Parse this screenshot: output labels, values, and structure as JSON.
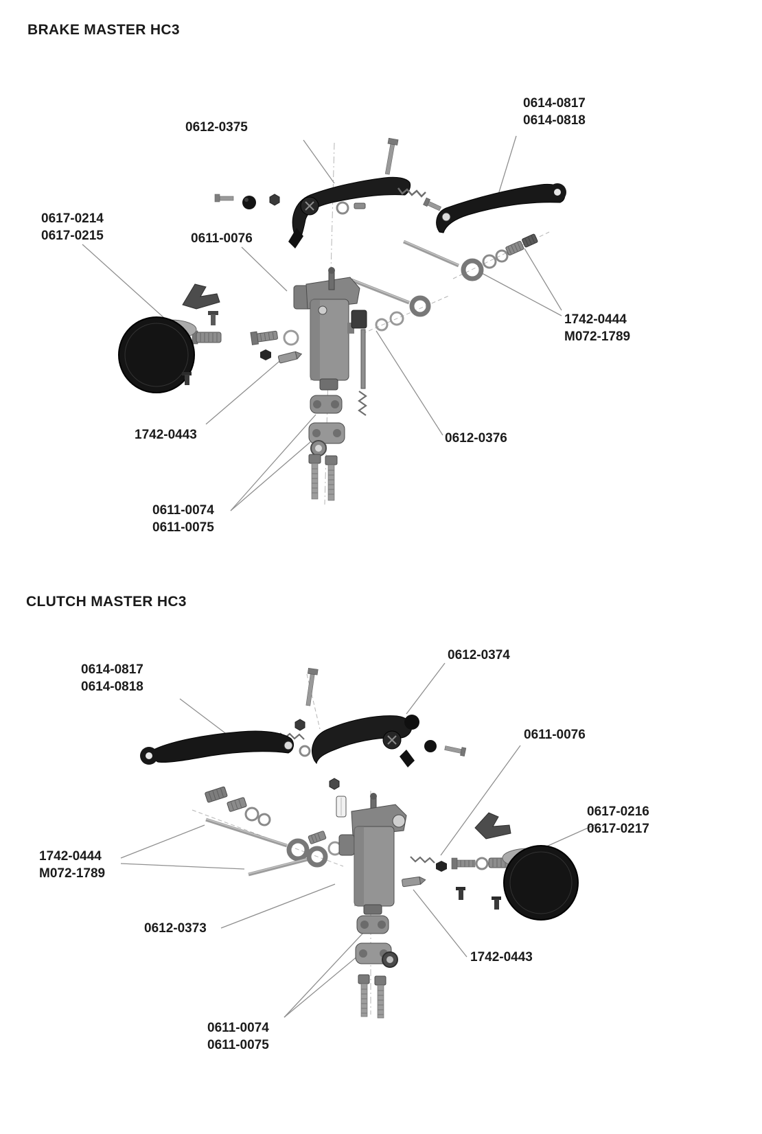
{
  "brake_section": {
    "title": "BRAKE MASTER HC3",
    "labels": {
      "l0612_0375": {
        "line1": "0612-0375"
      },
      "l0614_0817": {
        "line1": "0614-0817",
        "line2": "0614-0818"
      },
      "l0617_0214": {
        "line1": "0617-0214",
        "line2": "0617-0215"
      },
      "l0611_0076": {
        "line1": "0611-0076"
      },
      "l1742_0444": {
        "line1": "1742-0444",
        "line2": "M072-1789"
      },
      "l1742_0443": {
        "line1": "1742-0443"
      },
      "l0612_0376": {
        "line1": "0612-0376"
      },
      "l0611_0074": {
        "line1": "0611-0074",
        "line2": "0611-0075"
      }
    }
  },
  "clutch_section": {
    "title": "CLUTCH MASTER HC3",
    "labels": {
      "l0612_0374": {
        "line1": "0612-0374"
      },
      "l0614_0817": {
        "line1": "0614-0817",
        "line2": "0614-0818"
      },
      "l0611_0076": {
        "line1": "0611-0076"
      },
      "l0617_0216": {
        "line1": "0617-0216",
        "line2": "0617-0217"
      },
      "l1742_0444": {
        "line1": "1742-0444",
        "line2": "M072-1789"
      },
      "l0612_0373": {
        "line1": "0612-0373"
      },
      "l1742_0443": {
        "line1": "1742-0443"
      },
      "l0611_0074": {
        "line1": "0611-0074",
        "line2": "0611-0075"
      }
    }
  }
}
